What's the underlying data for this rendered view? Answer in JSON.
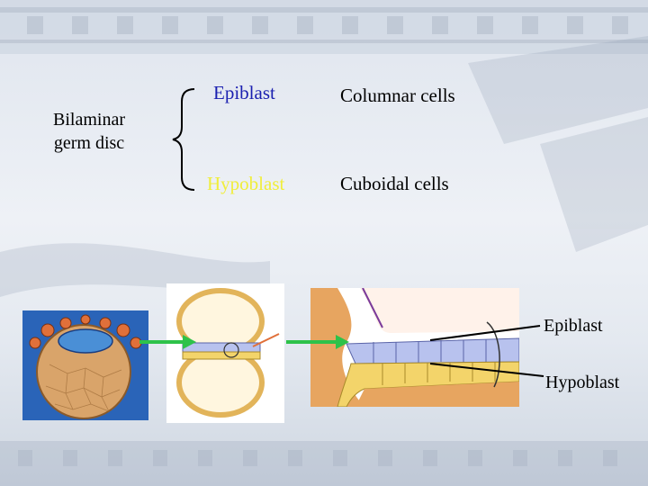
{
  "labels": {
    "bilaminar_line1": "Bilaminar",
    "bilaminar_line2": "germ disc",
    "epiblast": "Epiblast",
    "hypoblast": "Hypoblast",
    "columnar": "Columnar cells",
    "cuboidal": "Cuboidal cells",
    "callout_epiblast": "Epiblast",
    "callout_hypoblast": "Hypoblast"
  },
  "colors": {
    "epiblast_text": "#1a1fb0",
    "hypoblast_text": "#f0ee3a",
    "arrow": "#2ec24a",
    "trophoblast": "#d9a46a",
    "epiblast_cells": "#b8c2ee",
    "hypoblast_cells": "#f3d46a"
  }
}
